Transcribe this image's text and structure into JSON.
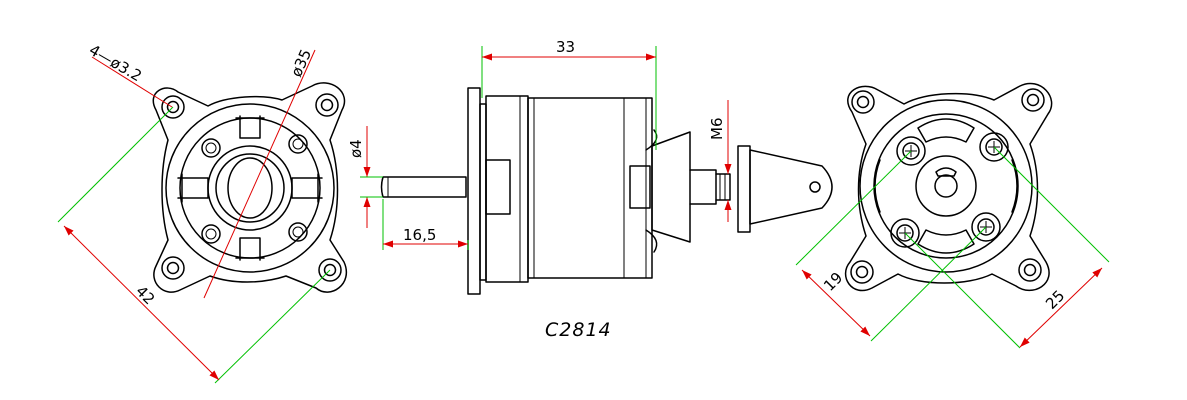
{
  "model": "C2814",
  "dimensions": {
    "holes": "4—ø3.2",
    "outer_diameter": "ø35",
    "mount_span": "42",
    "length": "33",
    "shaft_diameter": "ø4",
    "shaft_length": "16,5",
    "thread": "M6",
    "hole_spacing_small": "19",
    "hole_spacing_large": "25"
  },
  "colors": {
    "outline": "#000000",
    "dimension_red": "#e00000",
    "extension_green": "#00c000"
  }
}
